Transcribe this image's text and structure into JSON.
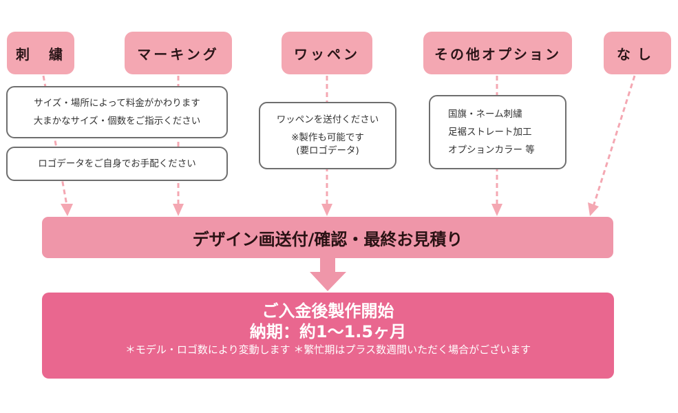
{
  "colors": {
    "option_box": "#f4a7b2",
    "design_box": "#ef96a9",
    "start_box": "#e9678f",
    "connector": "#f4a7b2",
    "note_border": "#6e6e6e"
  },
  "options": [
    {
      "id": "embroidery",
      "label": "刺　繍"
    },
    {
      "id": "marking",
      "label": "マーキング"
    },
    {
      "id": "wappen",
      "label": "ワッペン"
    },
    {
      "id": "other",
      "label": "その他オプション"
    },
    {
      "id": "none",
      "label": "なし"
    }
  ],
  "notes": {
    "size_note": [
      "サイズ・場所によって料金がかわります",
      "大まかなサイズ・個数をご指示ください"
    ],
    "logo_note": [
      "ロゴデータをご自身でお手配ください"
    ],
    "wappen_note": [
      "ワッペンを送付ください",
      "※製作も可能です",
      "(要ロゴデータ)"
    ],
    "other_note": [
      "国旗・ネーム刺繍",
      "足裾ストレート加工",
      "オプションカラー 等"
    ]
  },
  "design_step": {
    "label": "デザイン画送付/確認・最終お見積り"
  },
  "start_step": {
    "title": "ご入金後製作開始",
    "lead_time": "納期：約1～1.5ヶ月",
    "remarks": "＊モデル・ロゴ数により変動します ＊繁忙期はプラス数週間いただく場合がございます"
  }
}
